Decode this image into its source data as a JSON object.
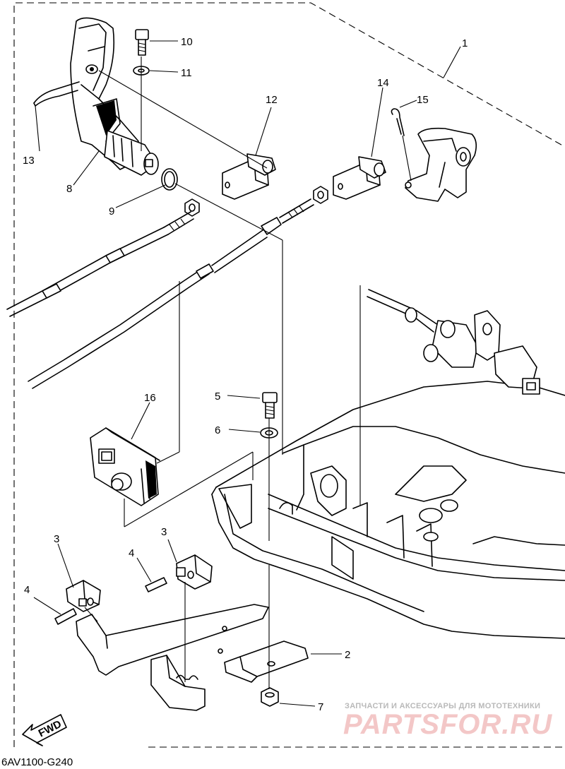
{
  "diagram": {
    "callouts": [
      "1",
      "2",
      "3",
      "3",
      "4",
      "4",
      "5",
      "6",
      "7",
      "8",
      "9",
      "10",
      "11",
      "12",
      "13",
      "14",
      "15",
      "16"
    ],
    "fwd_label": "FWD",
    "reference_code": "6AV1100-G240"
  },
  "watermark": {
    "tagline": "ЗАПЧАСТИ И АКСЕССУАРЫ ДЛЯ МОТОТЕХНИКИ",
    "brand": "PARTSFOR.RU"
  }
}
